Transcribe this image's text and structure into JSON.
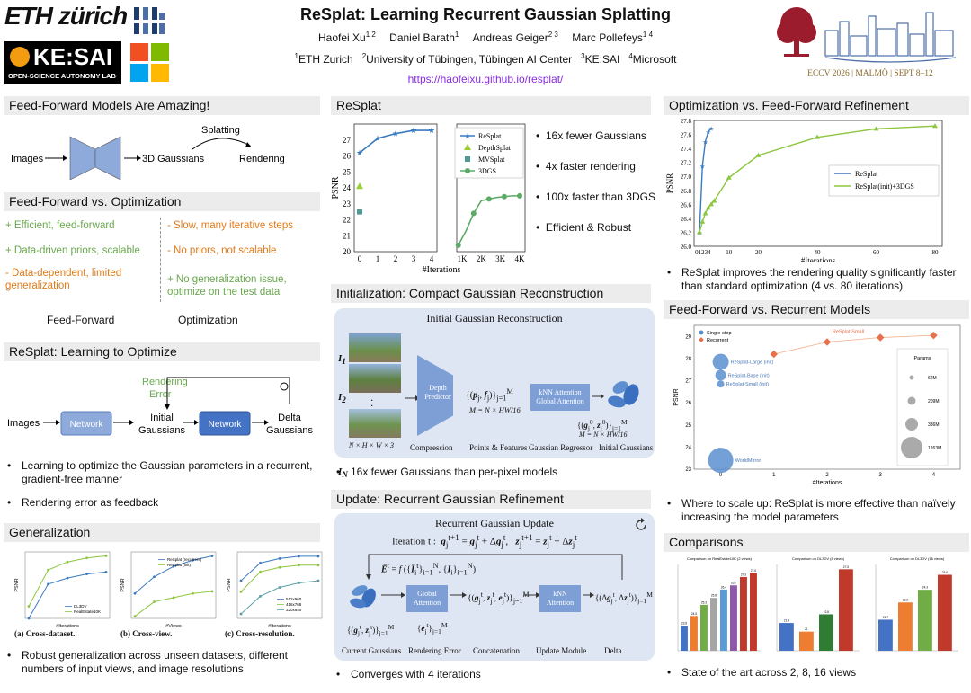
{
  "header": {
    "eth_logo": "ETH zürich",
    "kesai_logo": "KE:SAI",
    "kesai_sub": "OPEN-SCIENCE AUTONOMY LAB",
    "title": "ReSplat: Learning Recurrent Gaussian Splatting",
    "authors": [
      {
        "name": "Haofei Xu",
        "sup": "1 2"
      },
      {
        "name": "Daniel Barath",
        "sup": "1"
      },
      {
        "name": "Andreas Geiger",
        "sup": "2 3"
      },
      {
        "name": "Marc Pollefeys",
        "sup": "1 4"
      }
    ],
    "affiliations": [
      {
        "sup": "1",
        "name": "ETH Zurich"
      },
      {
        "sup": "2",
        "name": "University of Tübingen, Tübingen AI Center"
      },
      {
        "sup": "3",
        "name": "KE:SAI"
      },
      {
        "sup": "4",
        "name": "Microsoft"
      }
    ],
    "url": "https://haofeixu.github.io/resplat/",
    "eccv": "ECCV 2026 | MALMÖ | SEPT 8–12"
  },
  "col1": {
    "ff_title": "Feed-Forward Models Are Amazing!",
    "ff_diag": {
      "images": "Images",
      "splatting": "Splatting",
      "gaussians": "3D Gaussians",
      "rendering": "Rendering"
    },
    "vs_title": "Feed-Forward vs. Optimization",
    "ff_points": [
      "+ Efficient, feed-forward",
      "+ Data-driven priors, scalable",
      "- Data-dependent, limited generalization"
    ],
    "opt_points": [
      "- Slow, many iterative steps",
      "- No priors, not scalable",
      "+ No generalization issue, optimize on the test data"
    ],
    "ff_label": "Feed-Forward",
    "opt_label": "Optimization",
    "learn_title": "ReSplat: Learning to Optimize",
    "learn_diag": {
      "rendering_error": "Rendering\nError",
      "images": "Images",
      "network": "Network",
      "initial": "Initial\nGaussians",
      "delta": "Delta\nGaussians"
    },
    "learn_bullets": [
      "Learning to optimize the Gaussian parameters in a recurrent, gradient-free manner",
      "Rendering error as feedback"
    ],
    "gen_title": "Generalization",
    "gen_captions": [
      "(a) Cross-dataset.",
      "(b) Cross-view.",
      "(c) Cross-resolution."
    ],
    "gen_bullet": "Robust generalization across unseen datasets, different numbers of input views, and image resolutions"
  },
  "col2": {
    "resplat_title": "ReSplat",
    "resplat_bullets": [
      "16x fewer Gaussians",
      "4x faster rendering",
      "100x faster than 3DGS",
      "Efficient & Robust"
    ],
    "init_title": "Initialization: Compact Gaussian Reconstruction",
    "init_panel": {
      "heading": "Initial Gaussian Reconstruction",
      "predictor": "Depth\nPredictor",
      "knn": "kNN Attention\nGlobal Attention",
      "labels": [
        "Compression",
        "Points & Features",
        "Gaussian Regressor",
        "Initial Gaussians"
      ],
      "dims": "N × H × W × 3"
    },
    "init_bullet": "16x fewer Gaussians than per-pixel models",
    "update_title": "Update: Recurrent Gaussian Refinement",
    "update_panel": {
      "heading": "Recurrent Gaussian Update",
      "iteration": "Iteration t :",
      "global": "Global\nAttention",
      "knn": "kNN\nAttention",
      "labels": [
        "Current Gaussians",
        "Rendering Error",
        "Concatenation",
        "Update Module",
        "Delta"
      ]
    },
    "update_bullet": "Converges with 4 iterations"
  },
  "col3": {
    "opt_title": "Optimization vs. Feed-Forward Refinement",
    "opt_bullet": "ReSplat improves the rendering quality significantly faster than standard optimization (4 vs. 80 iterations)",
    "rec_title": "Feed-Forward vs. Recurrent Models",
    "rec_bullet": "Where to scale up: ReSplat is more effective than naïvely increasing the model parameters",
    "cmp_title": "Comparisons",
    "cmp_bullet": "State of the art across 2, 8, 16 views",
    "cmp_chart_titles": [
      "Comparison on RealEstate10K (2 views)",
      "Comparison on DL3DV (8 views)",
      "Comparison on DL3DV (16 views)"
    ]
  },
  "chart_data": [
    {
      "type": "line",
      "name": "resplat_main",
      "xlabel": "#Iterations",
      "ylabel": "PSNR",
      "ylim": [
        20,
        28
      ],
      "left_x": [
        0,
        1,
        2,
        3,
        4
      ],
      "right_x": [
        "1K",
        "2K",
        "3K",
        "4K"
      ],
      "series": [
        {
          "name": "ReSplat",
          "x": [
            0,
            1,
            2,
            3,
            4
          ],
          "values": [
            26.2,
            27.1,
            27.4,
            27.6,
            27.6
          ],
          "color": "#3a7abf"
        },
        {
          "name": "DepthSplat",
          "x": [
            0
          ],
          "values": [
            24.1
          ],
          "color": "#9acd32"
        },
        {
          "name": "MVSplat",
          "x": [
            0
          ],
          "values": [
            22.5
          ],
          "color": "#4f9a94"
        },
        {
          "name": "3DGS",
          "x": [
            "0.8K",
            "1.2K",
            "1.6K",
            "2K",
            "2.4K",
            "2.8K",
            "3.2K",
            "3.6K",
            "4K"
          ],
          "values": [
            20.4,
            21.3,
            22.4,
            23.2,
            23.3,
            23.4,
            23.45,
            23.5,
            23.5
          ],
          "color": "#5daa68"
        }
      ],
      "yticks": [
        20,
        21,
        22,
        23,
        24,
        25,
        26,
        27
      ]
    },
    {
      "type": "line",
      "name": "opt_vs_ff",
      "xlabel": "#Iterations",
      "ylabel": "PSNR",
      "ylim": [
        26.0,
        27.8
      ],
      "yticks": [
        26.0,
        26.2,
        26.4,
        26.6,
        26.8,
        27.0,
        27.2,
        27.4,
        27.6,
        27.8
      ],
      "xticks": [
        "0|1|2|3|4",
        "10",
        "20",
        "40",
        "60",
        "80"
      ],
      "series": [
        {
          "name": "ReSplat",
          "x": [
            0,
            1,
            2,
            3,
            4
          ],
          "values": [
            26.2,
            27.15,
            27.5,
            27.64,
            27.69
          ],
          "color": "#3a7abf"
        },
        {
          "name": "ReSplat(init)+3DGS",
          "x": [
            0,
            1,
            2,
            3,
            4,
            5,
            10,
            20,
            40,
            60,
            80
          ],
          "values": [
            26.2,
            26.35,
            26.47,
            26.55,
            26.6,
            26.65,
            26.98,
            27.3,
            27.56,
            27.68,
            27.72
          ],
          "color": "#8dc63f"
        }
      ]
    },
    {
      "type": "scatter",
      "name": "ff_vs_rec",
      "xlabel": "#Iterations",
      "ylabel": "PSNR",
      "ylim": [
        23,
        29.5
      ],
      "xlim": [
        -0.5,
        4.5
      ],
      "xticks": [
        0,
        1,
        2,
        3,
        4
      ],
      "yticks": [
        23,
        24,
        25,
        26,
        27,
        28,
        29
      ],
      "legend": [
        "Single-step",
        "Recurrent"
      ],
      "size_legend": {
        "title": "Params",
        "items": [
          "62M",
          "209M",
          "336M",
          "1263M"
        ]
      },
      "single_step": [
        {
          "label": "ReSplat-Large (init)",
          "x": 0,
          "y": 27.85
        },
        {
          "label": "ReSplat-Base (init)",
          "x": 0,
          "y": 27.25
        },
        {
          "label": "ReSplat-Small (init)",
          "x": 0,
          "y": 26.85
        },
        {
          "label": "WorldMirror",
          "x": 0,
          "y": 23.4
        }
      ],
      "recurrent": {
        "label": "ReSplat-Small",
        "x": [
          1,
          2,
          3,
          4
        ],
        "y": [
          28.2,
          28.75,
          28.95,
          29.05
        ]
      }
    },
    {
      "type": "bar",
      "name": "gen_cross_dataset",
      "xlabel": "#Iterations",
      "ylabel": "PSNR",
      "series": [
        {
          "name": "DL3DV",
          "values": [
            25.6,
            27.3,
            27.6,
            27.8,
            27.9
          ],
          "color": "#3a7abf"
        },
        {
          "name": "RealEstate10K",
          "values": [
            26.2,
            28.0,
            28.4,
            28.6,
            28.7
          ],
          "color": "#8dc63f"
        }
      ]
    },
    {
      "type": "line",
      "name": "gen_cross_view",
      "xlabel": "#Views",
      "ylabel": "PSNR",
      "series": [
        {
          "name": "ReSplat (recurrent)",
          "values": [
            27.2,
            28.0,
            28.5,
            28.8,
            29.0
          ],
          "color": "#3a7abf"
        },
        {
          "name": "ReSplat (init)",
          "values": [
            26.1,
            26.8,
            27.0,
            27.2,
            27.3
          ],
          "color": "#8dc63f"
        }
      ]
    },
    {
      "type": "line",
      "name": "gen_cross_resolution",
      "xlabel": "#Iterations",
      "ylabel": "PSNR",
      "series": [
        {
          "name": "512x960",
          "values": [
            26.5,
            27.3,
            27.5,
            27.6,
            27.6
          ],
          "color": "#3a7abf"
        },
        {
          "name": "416x768",
          "values": [
            26.0,
            26.9,
            27.1,
            27.2,
            27.2
          ],
          "color": "#8dc63f"
        },
        {
          "name": "320x640",
          "values": [
            25.0,
            25.8,
            26.2,
            26.4,
            26.5
          ],
          "color": "#5a9fa6"
        }
      ]
    },
    {
      "type": "bar",
      "name": "cmp_2views",
      "values": [
        23.8,
        24.5,
        25.3,
        25.8,
        26.4,
        26.7,
        27.3,
        27.6
      ],
      "colors": [
        "#4472c4",
        "#ed7d31",
        "#70ad47",
        "#a5a5a5",
        "#5b9bd5",
        "#8e5aa8",
        "#c0392b",
        "#c0392b"
      ]
    },
    {
      "type": "bar",
      "name": "cmp_8views",
      "values": [
        21.9,
        21.0,
        22.8,
        27.5
      ],
      "colors": [
        "#4472c4",
        "#ed7d31",
        "#2f7d32",
        "#c0392b"
      ]
    },
    {
      "type": "bar",
      "name": "cmp_16views",
      "values": [
        21.7,
        23.2,
        24.3,
        25.6
      ],
      "colors": [
        "#4472c4",
        "#ed7d31",
        "#70ad47",
        "#c0392b"
      ]
    }
  ]
}
